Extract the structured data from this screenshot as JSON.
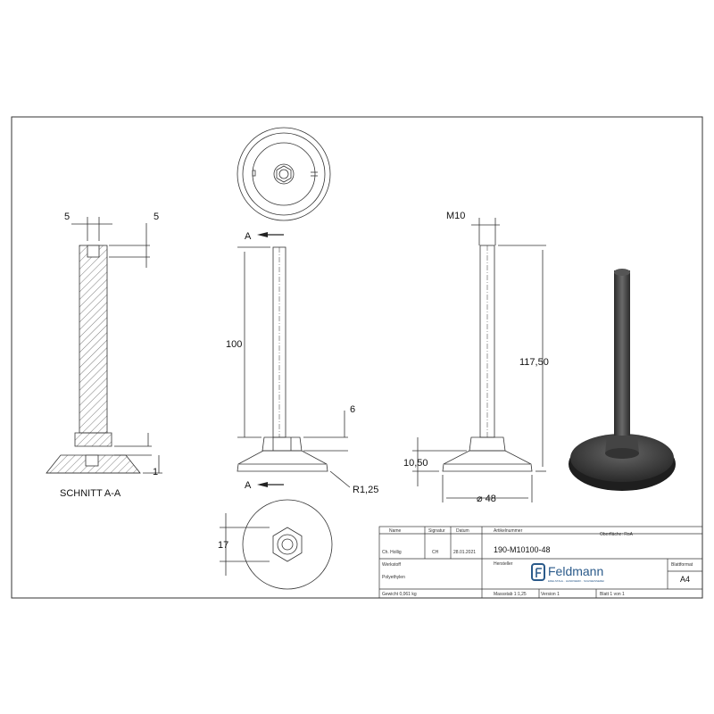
{
  "dimensions": {
    "section_width": "5",
    "section_depth": "5",
    "section_base": "1",
    "section_label": "SCHNITT A-A",
    "cut_top": "A",
    "cut_bottom": "A",
    "height": "100",
    "nut_offset": "6",
    "radius": "R1,25",
    "thread": "M10",
    "total_height": "117,50",
    "base_height": "10,50",
    "diameter": "⌀ 48",
    "hex_size": "17"
  },
  "title_block": {
    "h_name": "Name",
    "h_signature": "Signatur",
    "h_date": "Datum",
    "name": "Ch. Hollig",
    "signature": "CH",
    "date": "28.01.2021",
    "h_article": "Artikelnummer",
    "article": "190-M10100-48",
    "h_surface": "Oberfläche: RoA",
    "h_material": "Werkstoff",
    "material": "Polyethylen",
    "h_manufacturer": "Hersteller",
    "brand": "Feldmann",
    "brand_tagline": "EDELSTAHL · HANDWERK · SCHWEISSEREI",
    "h_format": "Blattformat",
    "format": "A4",
    "weight": "Gewicht 0,061 kg",
    "scale": "Massstab 1:1,25",
    "version": "Version 1",
    "sheet": "Blatt 1 von 1"
  },
  "colors": {
    "line": "#222222",
    "brand": "#2a5a8a",
    "render_dark": "#3a3a3a"
  }
}
